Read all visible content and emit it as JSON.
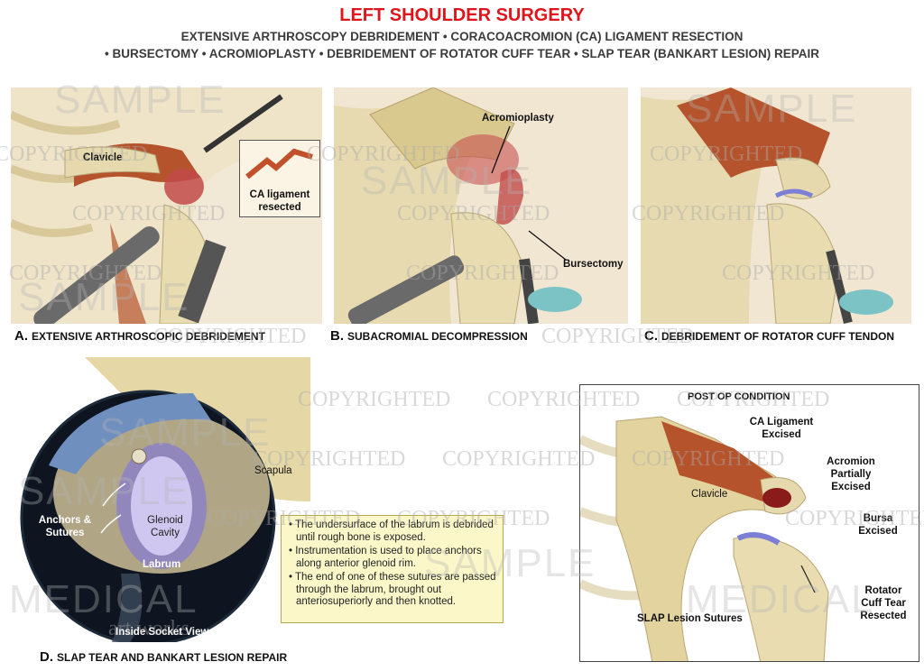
{
  "header": {
    "title": "LEFT SHOULDER SURGERY",
    "line1": "EXTENSIVE ARTHROSCOPY DEBRIDEMENT • CORACOACROMION (CA) LIGAMENT RESECTION",
    "line2": "• BURSECTOMY • ACROMIOPLASTY • DEBRIDEMENT OF ROTATOR CUFF TEAR • SLAP TEAR (BANKART LESION) REPAIR"
  },
  "panels": {
    "a": {
      "letter": "A.",
      "caption": "EXTENSIVE ARTHROSCOPIC DEBRIDEMENT",
      "clavicle": "Clavicle",
      "inset": "CA ligament resected"
    },
    "b": {
      "letter": "B.",
      "caption": "SUBACROMIAL DECOMPRESSION",
      "acromioplasty": "Acromioplasty",
      "bursectomy": "Bursectomy"
    },
    "c": {
      "letter": "C.",
      "caption": "DEBRIDEMENT OF ROTATOR CUFF TENDON"
    },
    "d": {
      "letter": "D.",
      "caption": "SLAP TEAR AND BANKART LESION  REPAIR",
      "scapula": "Scapula",
      "anchors": "Anchors & Sutures",
      "glenoid": "Glenoid Cavity",
      "labrum": "Labrum",
      "inside_view": "Inside Socket View",
      "notes": [
        "The undersurface of the labrum is debrided until rough bone is exposed.",
        "Instrumentation is used to place anchors along anterior glenoid rim.",
        "The end of one of these sutures are passed through the labrum, brought out anteriosuperiorly and then knotted."
      ]
    },
    "e": {
      "heading": "POST OP CONDITION",
      "ca_ligament": "CA Ligament Excised",
      "acromion": "Acromion Partially Excised",
      "clavicle": "Clavicle",
      "bursa": "Bursa Excised",
      "rotator": "Rotator Cuff Tear Resected",
      "slap": "SLAP Lesion Sutures"
    }
  },
  "watermark": {
    "copyright": "COPYRIGHTED",
    "sample": "SAMPLE",
    "medical": "MEDICAL",
    "artworks": "art works"
  },
  "colors": {
    "title": "#e0141b",
    "bone": "#e8dcb0",
    "muscle": "#b5532c",
    "skin": "#f0e4cf",
    "note_bg": "#fbf7c8"
  }
}
